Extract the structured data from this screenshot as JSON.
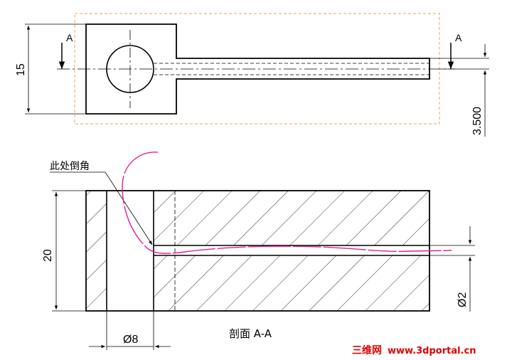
{
  "top_view": {
    "section_mark_left": "A",
    "section_mark_right": "A",
    "dim_height": "15",
    "dim_offset": "3.500"
  },
  "section_view": {
    "note": "此处倒角",
    "dim_height": "20",
    "dim_bore": "Ø8",
    "dim_hole": "Ø2",
    "caption": "剖面 A-A"
  },
  "watermark": {
    "site_name": "三维网",
    "url": "www.3dportal.cn"
  },
  "colors": {
    "line": "#000000",
    "bbox_dashed": "#f0a050",
    "markup": "#e0209a",
    "watermark_red": "#e00000"
  }
}
